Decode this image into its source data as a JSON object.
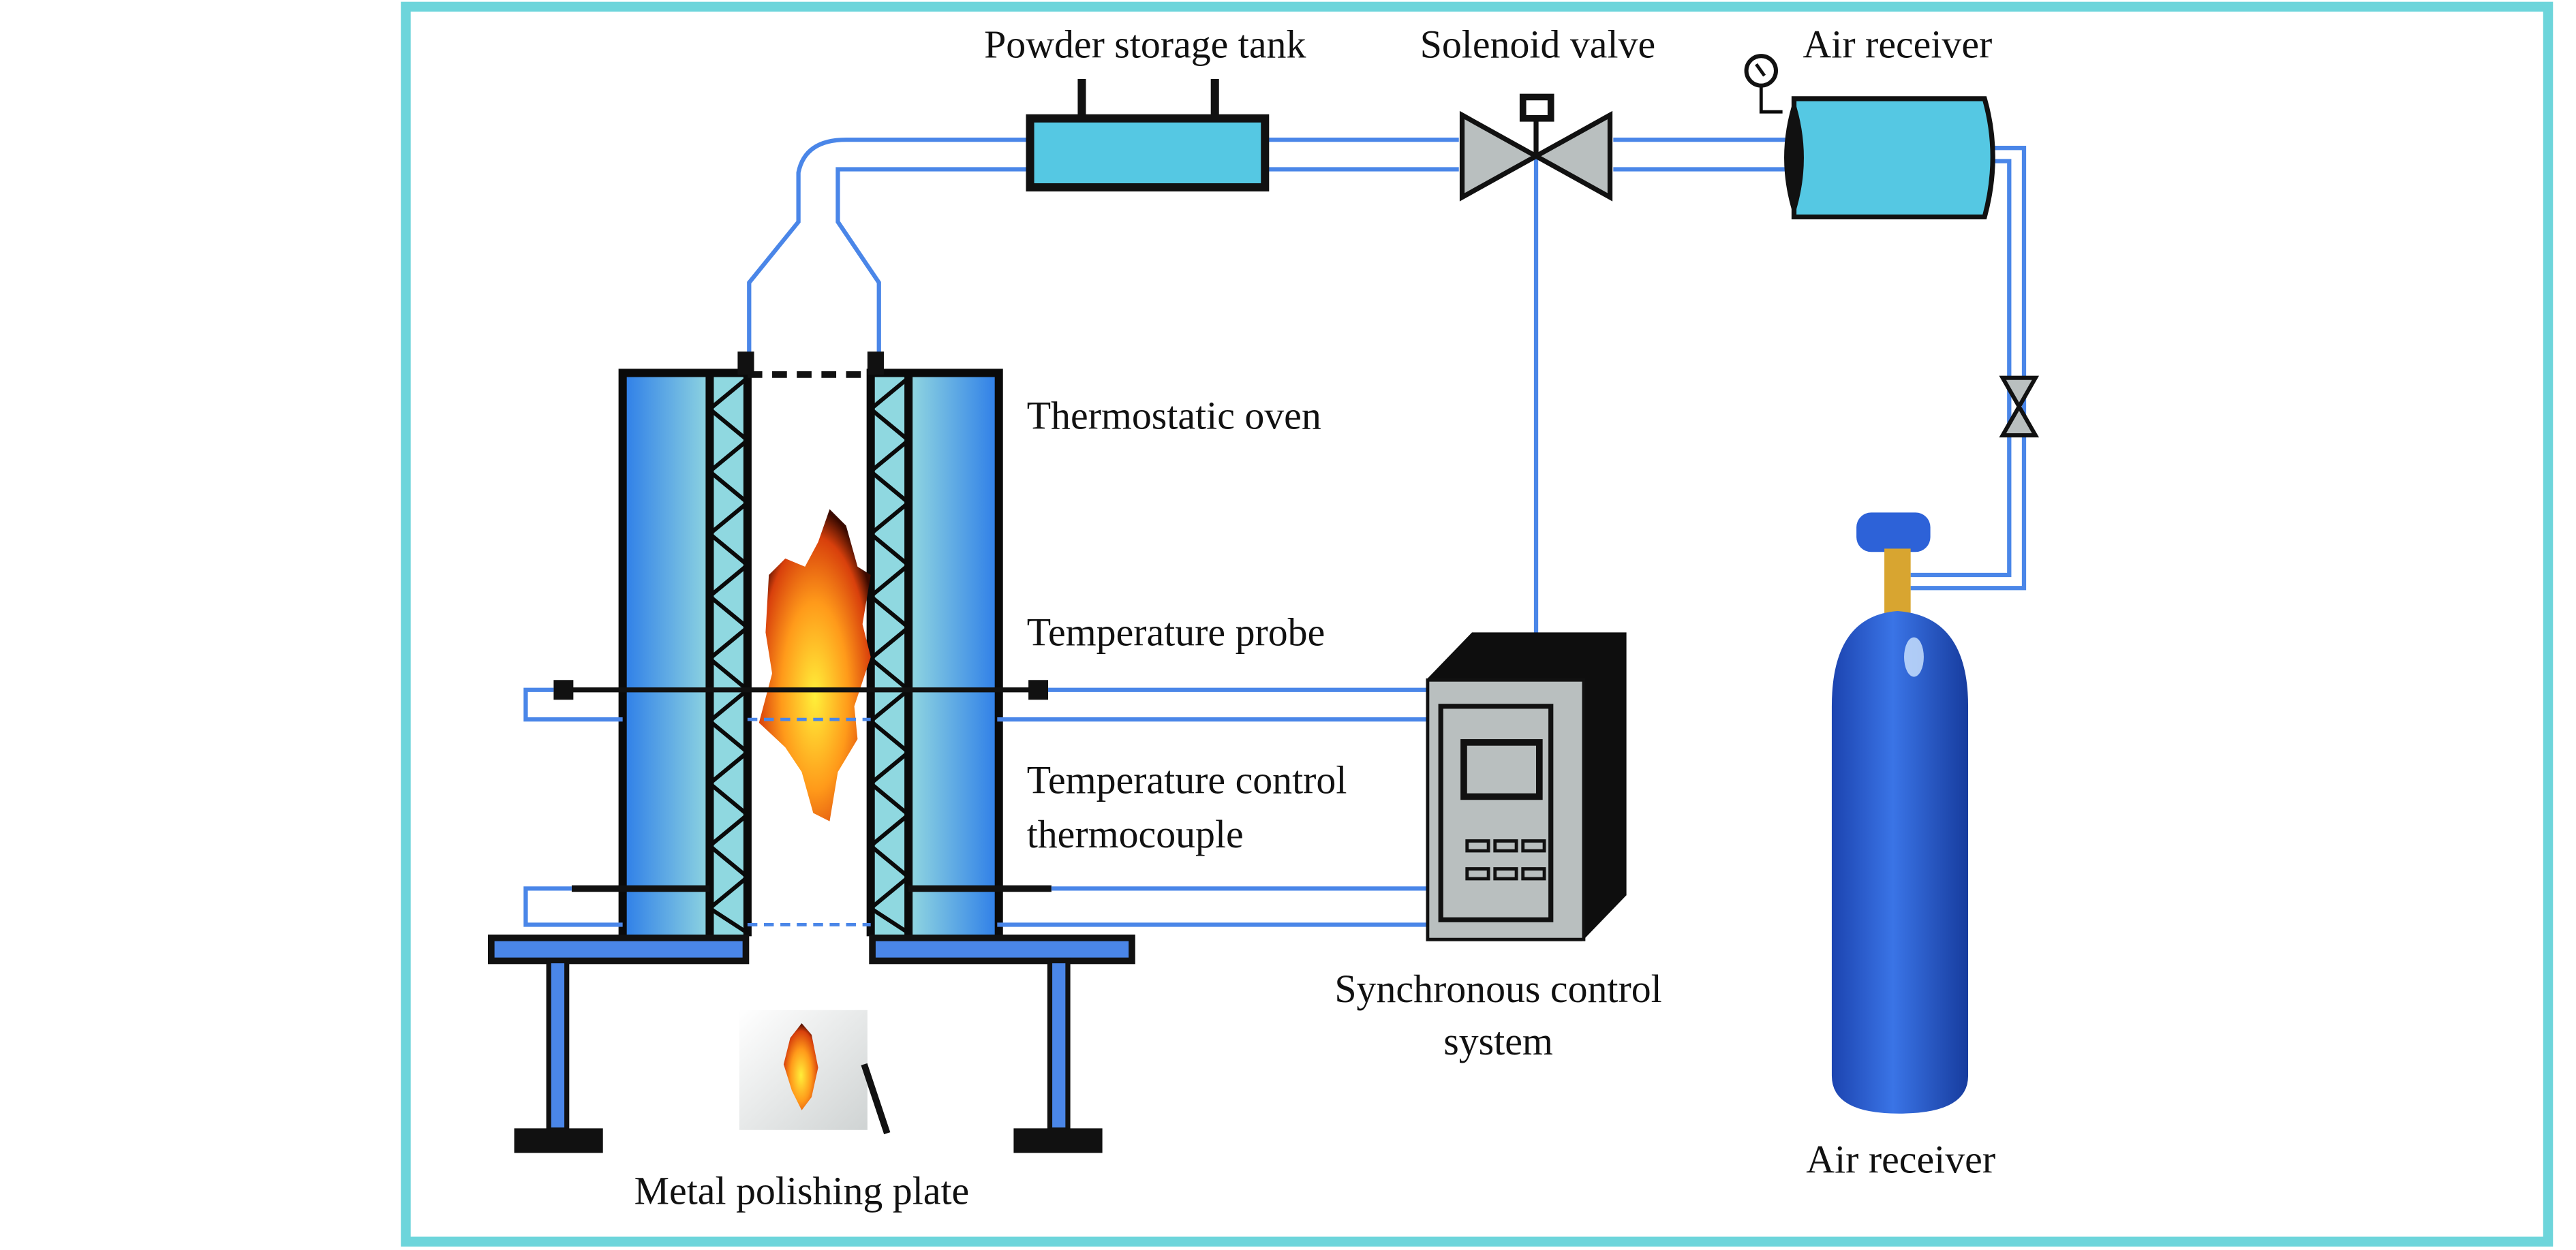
{
  "labels": {
    "powder_tank": "Powder storage tank",
    "solenoid_valve": "Solenoid valve",
    "air_receiver_top": "Air receiver",
    "oven": "Thermostatic oven",
    "probe": "Temperature probe",
    "thermocouple_line1": "Temperature control",
    "thermocouple_line2": "thermocouple",
    "control_line1": "Synchronous control",
    "control_line2": "system",
    "plate": "Metal polishing plate",
    "air_receiver_bottom": "Air receiver"
  },
  "colors": {
    "frame": "#6dd5db",
    "pipe": "#4a86e8",
    "tank_fill": "#55c8e3",
    "valve_fill": "#b9bfbf",
    "cylinder": "#2b5fd0",
    "insulation": "#8fd8e0"
  }
}
